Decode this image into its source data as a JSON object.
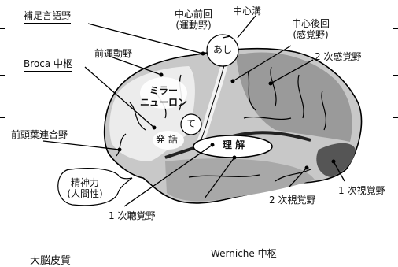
{
  "labels": {
    "supplementary_motor": "補足言語野",
    "broca": "Broca 中枢",
    "premotor": "前運動野",
    "primary_motor": "中心前回",
    "primary_motor_alt": "(運動野)",
    "central_sulcus": "中心溝",
    "postcentral": "中心後回",
    "postcentral_alt": "(感覚野)",
    "secondary_sensory": "2 次感覚野",
    "mirror_neuron_line1": "ミラー",
    "mirror_neuron_line2": "ニューロン",
    "prefrontal_assoc": "前頭葉連合野",
    "speech_output": "発 話",
    "legs": "あし",
    "hands": "て",
    "comprehension": "理 解",
    "mental_power_line1": "精神力",
    "mental_power_line2": "(人間性)",
    "primary_auditory": "1 次聴覚野",
    "secondary_visual": "2 次視覚野",
    "primary_visual": "1 次視覚野",
    "wernicke": "Werniche 中枢",
    "cerebral_cortex": "大脳皮質"
  }
}
